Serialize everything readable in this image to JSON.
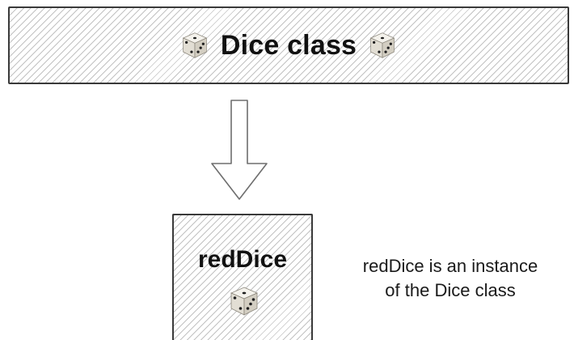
{
  "class_box": {
    "title": "Dice class",
    "icon_left": "game-die-icon",
    "icon_right": "game-die-icon"
  },
  "instance_box": {
    "label": "redDice",
    "icon": "game-die-icon"
  },
  "note": {
    "line1": "redDice is an instance",
    "line2": "of the Dice class"
  },
  "colors": {
    "border": "#3a3a3a",
    "hatch": "#787878",
    "text": "#111111",
    "die_face": "#e9e6df",
    "die_pip": "#1e1e1e"
  }
}
